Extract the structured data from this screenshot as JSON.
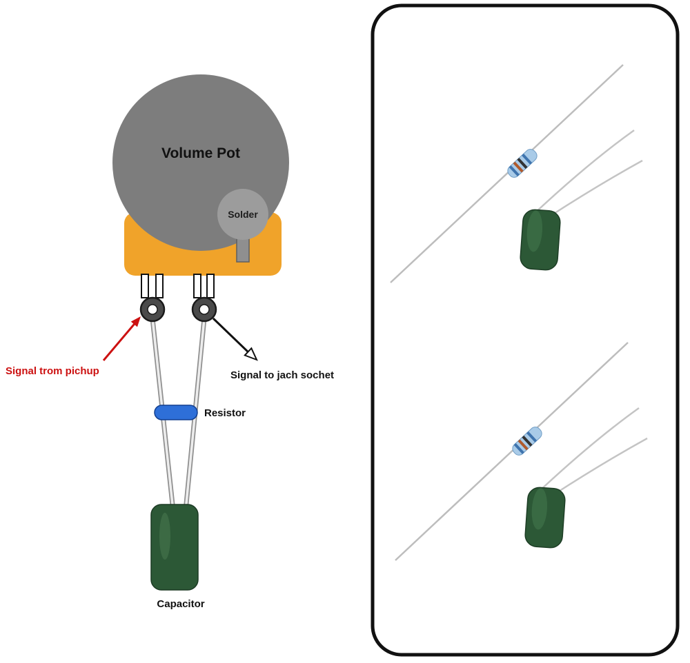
{
  "labels": {
    "volume_pot": "Volume Pot",
    "solder": "Solder",
    "signal_from_pickup": "Signal trom pichup",
    "signal_to_jack": "Signal to jach sochet",
    "resistor": "Resistor",
    "capacitor": "Capacitor"
  },
  "colors": {
    "pot_body": "#7d7d7d",
    "solder": "#9c9c9c",
    "pot_base": "#f0a32a",
    "resistor_blue": "#2e6fd8",
    "capacitor_green": "#2c5836",
    "arrow_red": "#cc1111",
    "photo_resistor_body": "#a9cbe8",
    "lead_gray": "#c0c0c0"
  }
}
